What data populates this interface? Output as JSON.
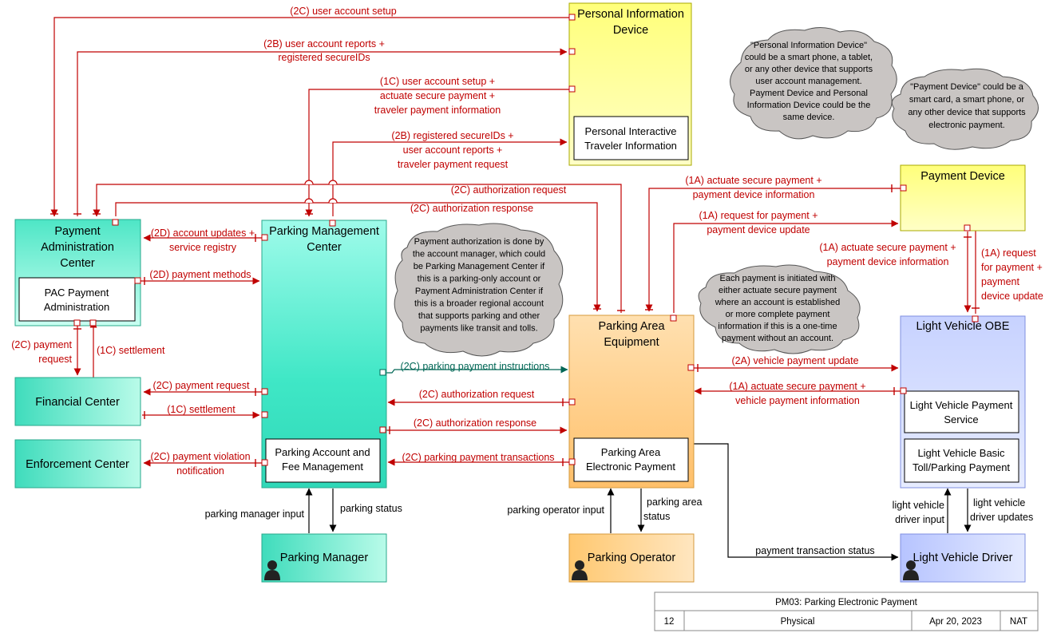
{
  "nodes": {
    "pid": {
      "title": [
        "Personal Information",
        "Device"
      ],
      "sub": [
        "Personal Interactive",
        "Traveler Information"
      ]
    },
    "pac": {
      "title": [
        "Payment",
        "Administration",
        "Center"
      ],
      "sub": [
        "PAC Payment",
        "Administration"
      ]
    },
    "pmc": {
      "title": [
        "Parking Management",
        "Center"
      ],
      "sub": [
        "Parking Account and",
        "Fee Management"
      ]
    },
    "fc": {
      "title": [
        "Financial Center"
      ]
    },
    "ec": {
      "title": [
        "Enforcement Center"
      ]
    },
    "pae": {
      "title": [
        "Parking Area",
        "Equipment"
      ],
      "sub": [
        "Parking Area",
        "Electronic Payment"
      ]
    },
    "pd": {
      "title": [
        "Payment Device"
      ]
    },
    "obe": {
      "title": [
        "Light Vehicle OBE"
      ],
      "sub1": [
        "Light Vehicle Payment",
        "Service"
      ],
      "sub2": [
        "Light Vehicle Basic",
        "Toll/Parking Payment"
      ]
    },
    "pm": {
      "title": [
        "Parking Manager"
      ]
    },
    "po": {
      "title": [
        "Parking Operator"
      ]
    },
    "lvd": {
      "title": [
        "Light Vehicle Driver"
      ]
    }
  },
  "flows": {
    "f1": [
      "(2C) user account setup"
    ],
    "f2": [
      "(2B) user account reports +",
      "registered secureIDs"
    ],
    "f3": [
      "(1C) user account setup +",
      "actuate secure payment +",
      "traveler payment information"
    ],
    "f4": [
      "(2B) registered secureIDs +",
      "user account reports +",
      "traveler payment request"
    ],
    "f5": [
      "(2C) authorization request"
    ],
    "f6": [
      "(2C) authorization response"
    ],
    "f7": [
      "(1A) actuate secure payment +",
      "payment device information"
    ],
    "f8": [
      "(1A) request for payment +",
      "payment device update"
    ],
    "f9": [
      "(1A) actuate secure payment +",
      "payment device information"
    ],
    "f10": [
      "(1A) request",
      "for payment +",
      "payment",
      "device update"
    ],
    "f11": [
      "(2D) account updates +",
      "service registry"
    ],
    "f12": [
      "(2D) payment methods"
    ],
    "f13": [
      "(2C) payment",
      "request"
    ],
    "f14": [
      "(1C) settlement"
    ],
    "f15": [
      "(2C) payment request"
    ],
    "f16": [
      "(1C) settlement"
    ],
    "f17": [
      "(2C) payment violation",
      "notification"
    ],
    "f18": [
      "(2C) parking payment instructions"
    ],
    "f19": [
      "(2C) authorization request"
    ],
    "f20": [
      "(2C) authorization response"
    ],
    "f21": [
      "(2C) parking payment transactions"
    ],
    "f22": [
      "(2A) vehicle payment update"
    ],
    "f23": [
      "(1A) actuate secure payment +",
      "vehicle payment information"
    ],
    "f24": [
      "parking manager input"
    ],
    "f25": [
      "parking status"
    ],
    "f26": [
      "parking operator input"
    ],
    "f27": [
      "parking area",
      "status"
    ],
    "f28": [
      "payment transaction status"
    ],
    "f29": [
      "light vehicle",
      "driver input"
    ],
    "f30": [
      "light vehicle",
      "driver updates"
    ]
  },
  "notes": {
    "n1": [
      "\"Personal Information Device\"",
      "could be a smart phone, a tablet,",
      "or any other device that supports",
      "user account management.",
      "Payment Device and Personal",
      "Information Device could be the",
      "same device."
    ],
    "n2": [
      "\"Payment Device\" could be a",
      "smart card, a smart phone, or",
      "any other device that supports",
      "electronic payment."
    ],
    "n3": [
      "Payment authorization is done by",
      "the account manager, which could",
      "be Parking Management Center if",
      "this is a parking-only account or",
      "Payment Administration Center if",
      "this is a broader regional account",
      "that supports parking and other",
      "payments like transit and tolls."
    ],
    "n4": [
      "Each payment is initiated with",
      "either actuate secure payment",
      "where an account is established",
      "or more complete payment",
      "information if this is a one-time",
      "payment without an account."
    ]
  },
  "title_block": {
    "title": "PM03: Parking Electronic Payment",
    "number": "12",
    "view": "Physical",
    "date": "Apr 20, 2023",
    "scope": "NAT"
  },
  "colors": {
    "flow_red": "#c00000",
    "flow_teal": "#006655",
    "center_top": "#4ee6c6",
    "field_top": "#ffd08a",
    "vehicle_top": "#c7d2ff",
    "traveler": "#ffff99"
  }
}
